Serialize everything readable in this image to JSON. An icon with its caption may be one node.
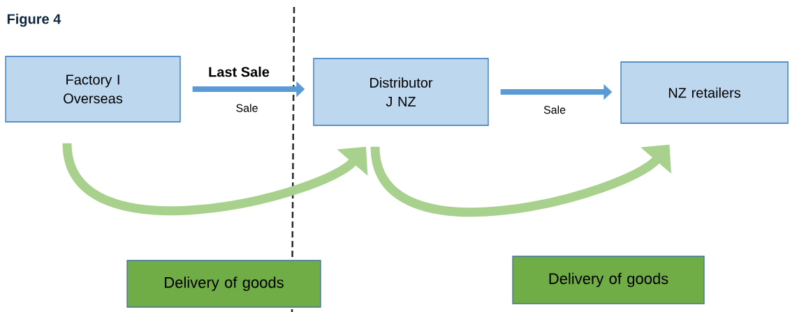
{
  "diagram": {
    "title": "Figure 4",
    "nodes": [
      {
        "text": [
          "Factory I Overseas"
        ]
      },
      {
        "text": [
          "Distributor J NZ"
        ]
      },
      {
        "text": [
          "NZ retailers"
        ]
      },
      {
        "text": [
          "Delivery of goods"
        ]
      },
      {
        "text": [
          "Delivery of goods"
        ]
      }
    ],
    "edges": [
      {
        "from": 0,
        "to": 1,
        "arrow": "to",
        "label": "Sale"
      },
      {
        "from": 1,
        "to": 2,
        "arrow": "to",
        "label": "Sale"
      },
      {
        "from": 0,
        "to": 1,
        "arrow": "to",
        "color": "#a9d18e"
      },
      {
        "from": 1,
        "to": 2,
        "arrow": "to",
        "color": "#a9d18e"
      }
    ],
    "labels": [
      "Last Sale"
    ]
  }
}
